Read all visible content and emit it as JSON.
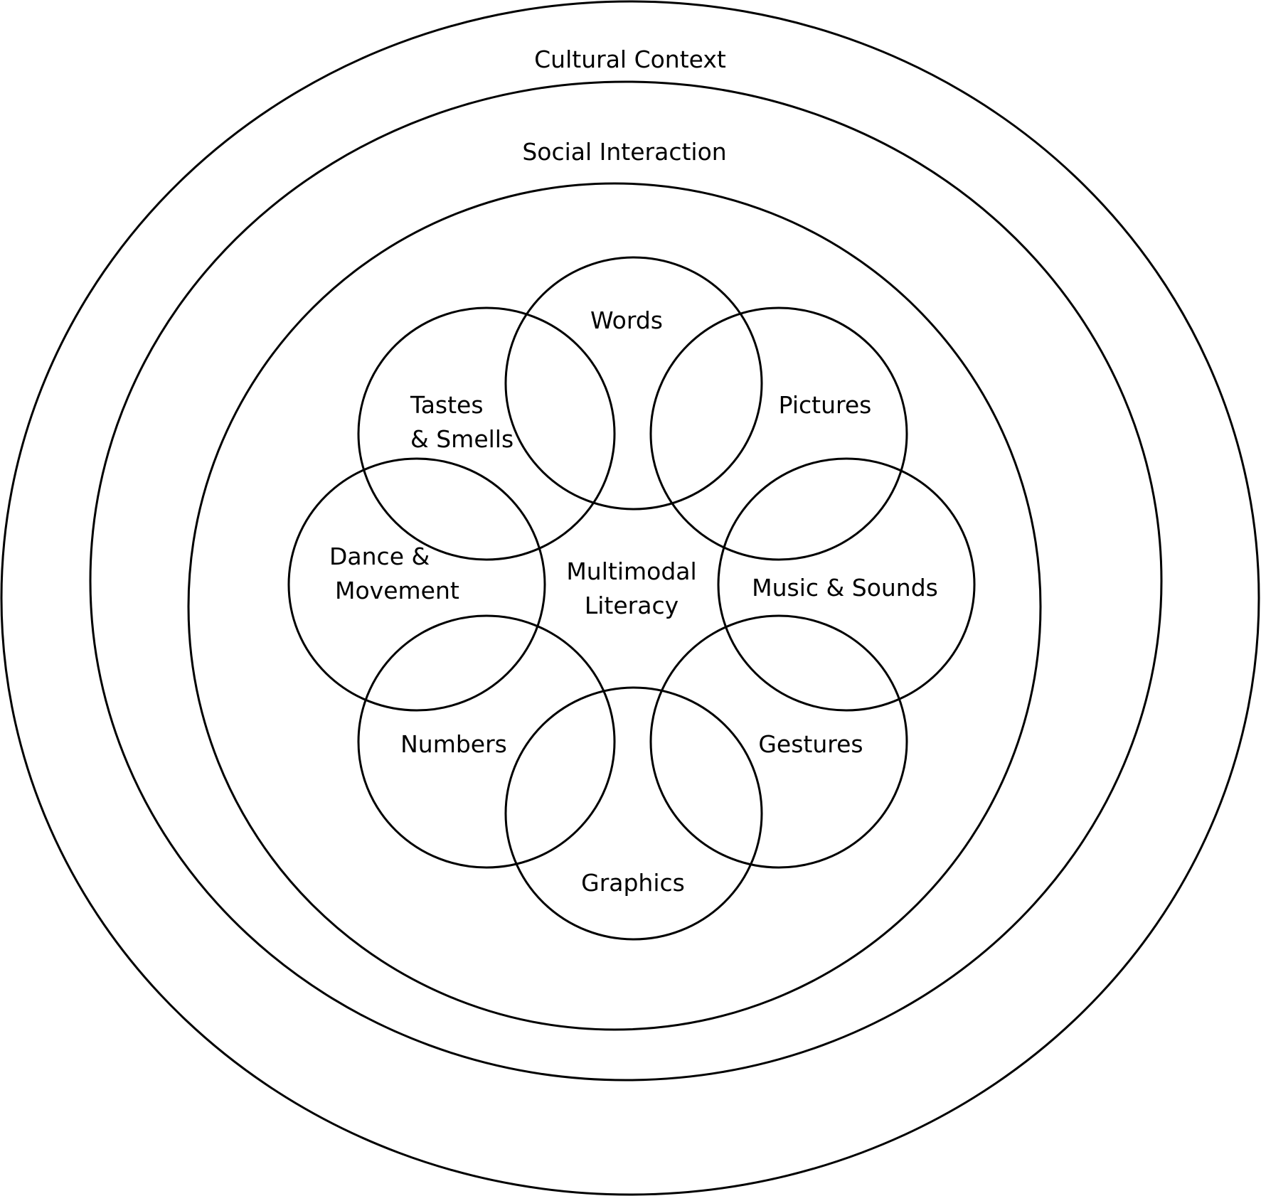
{
  "contexts": {
    "cultural": "Cultural Context",
    "social": "Social Interaction"
  },
  "center": {
    "line1": "Multimodal",
    "line2": "Literacy"
  },
  "modes": {
    "words": "Words",
    "tastes_line1": "Tastes",
    "tastes_line2": "& Smells",
    "pictures": "Pictures",
    "dance_line1": "Dance &",
    "dance_line2": "Movement",
    "music": "Music & Sounds",
    "numbers": "Numbers",
    "gestures": "Gestures",
    "graphics": "Graphics"
  },
  "colors": {
    "stroke": "#000000",
    "background": "#ffffff"
  }
}
